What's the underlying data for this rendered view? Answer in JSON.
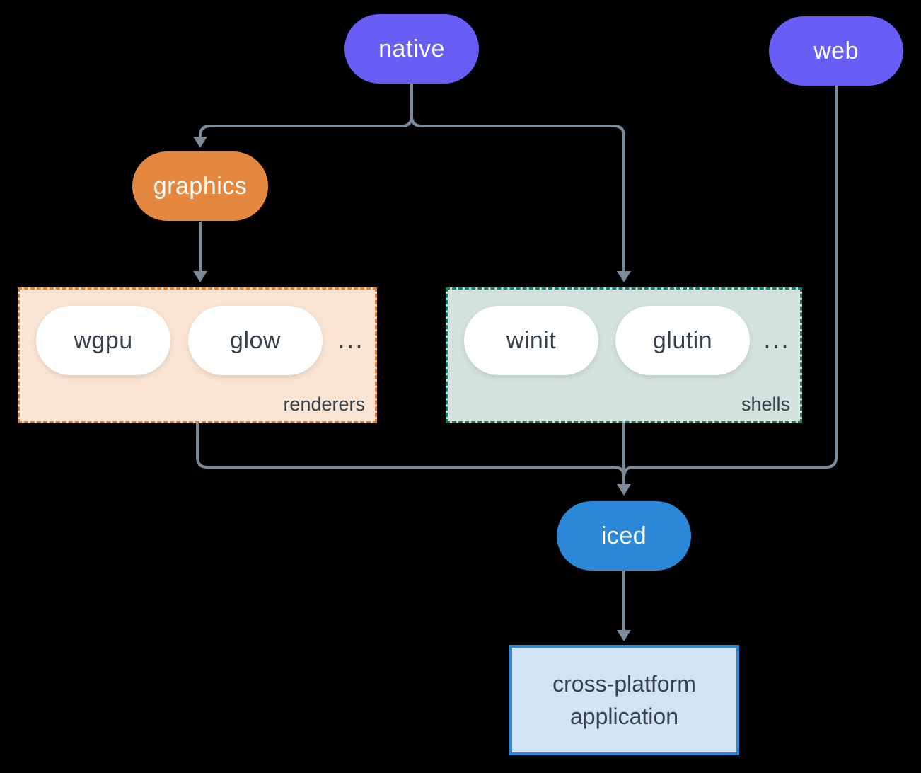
{
  "nodes": {
    "native": {
      "label": "native"
    },
    "web": {
      "label": "web"
    },
    "graphics": {
      "label": "graphics"
    },
    "iced": {
      "label": "iced"
    },
    "application": {
      "label": "cross-platform application"
    }
  },
  "groups": {
    "renderers": {
      "caption": "renderers",
      "items": [
        "wgpu",
        "glow"
      ],
      "ellipsis": "..."
    },
    "shells": {
      "caption": "shells",
      "items": [
        "winit",
        "glutin"
      ],
      "ellipsis": "..."
    }
  },
  "edges": [
    {
      "from": "native",
      "to": "graphics"
    },
    {
      "from": "native",
      "to": "shells"
    },
    {
      "from": "graphics",
      "to": "renderers"
    },
    {
      "from": "renderers",
      "to": "iced"
    },
    {
      "from": "shells",
      "to": "iced"
    },
    {
      "from": "web",
      "to": "iced"
    },
    {
      "from": "iced",
      "to": "application"
    }
  ],
  "colors": {
    "background": "#000000",
    "platform_pill": "#685df5",
    "graphics_pill": "#e5883f",
    "iced_pill": "#2b87d8",
    "renderers_box_fill": "#f9e3d3",
    "renderers_box_border": "#e07f35",
    "shells_box_fill": "#d3e2dc",
    "shells_box_border": "#1e7b6c",
    "app_box_fill": "#d3e4f5",
    "app_box_border": "#2e86d8",
    "connector": "#7c8b9a",
    "dark_text": "#35424e",
    "pill_text": "#ffffff",
    "white_pill": "#ffffff"
  }
}
